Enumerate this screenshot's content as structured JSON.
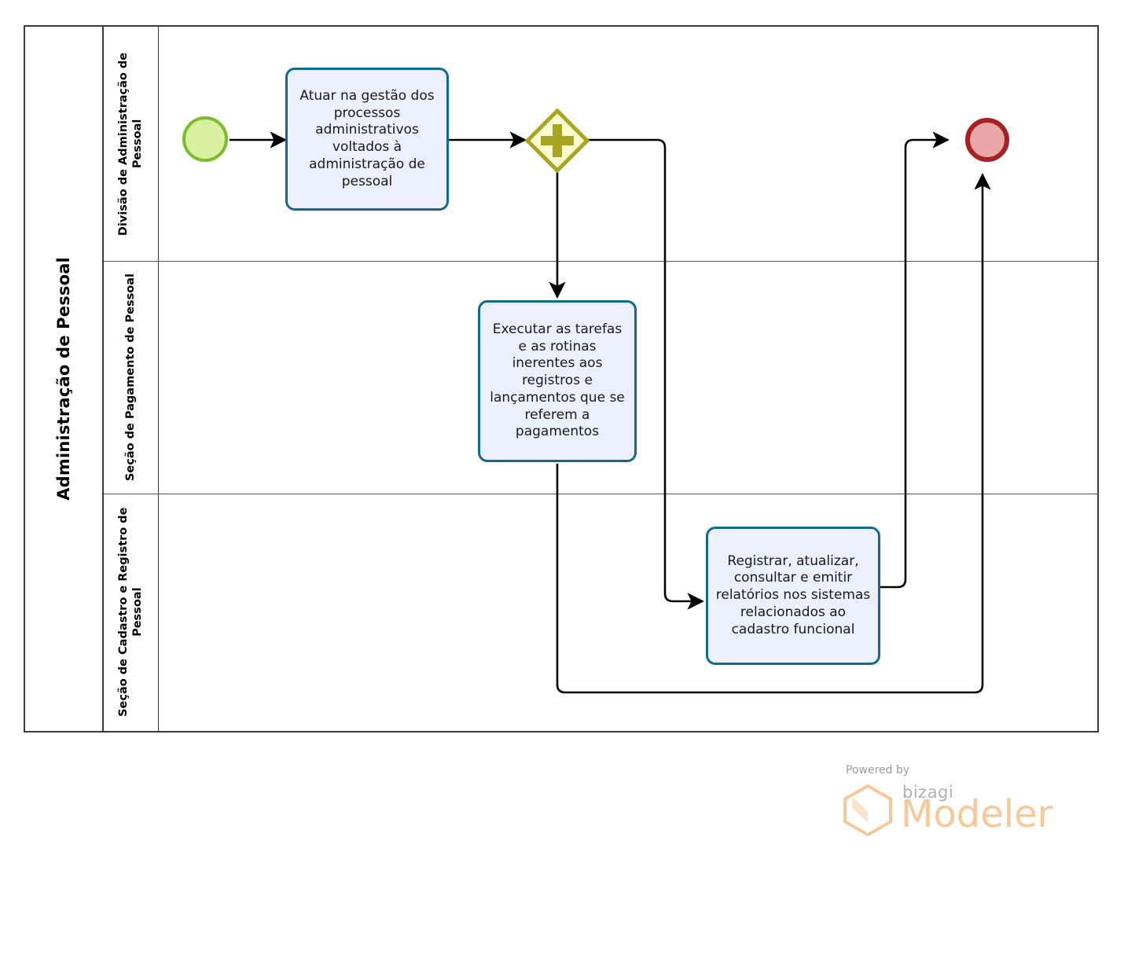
{
  "pool": {
    "label": "Administração de Pessoal"
  },
  "lanes": [
    {
      "id": "lane-divisao-administracao",
      "label": "Divisão de Administração de Pessoal"
    },
    {
      "id": "lane-secao-pagamento",
      "label": "Seção de Pagamento de Pessoal"
    },
    {
      "id": "lane-secao-cadastro",
      "label": "Seção de Cadastro e Registro de Pessoal"
    }
  ],
  "events": {
    "start": {
      "name": "start-event",
      "type": "start",
      "color": "#79bc2e",
      "fill": "#d8f0a0"
    },
    "end": {
      "name": "end-event",
      "type": "end",
      "color": "#a81f24",
      "fill": "#eaa7a7"
    }
  },
  "gateway": {
    "name": "parallel-gateway",
    "type": "parallel",
    "symbol": "+",
    "stroke": "#a8a523",
    "fill": "#fbfbd0"
  },
  "tasks": [
    {
      "id": "task-atuar-gestao",
      "label": "Atuar na gestão dos processos administrativos voltados à administração de pessoal",
      "lane": "Divisão de Administração de Pessoal"
    },
    {
      "id": "task-executar-tarefas",
      "label": "Executar as tarefas e as rotinas inerentes aos registros e lançamentos  que se referem a pagamentos",
      "lane": "Seção de Pagamento de Pessoal"
    },
    {
      "id": "task-registrar-atualizar",
      "label": "Registrar, atualizar, consultar e emitir relatórios nos sistemas relacionados ao cadastro funcional",
      "lane": "Seção de Cadastro e Registro de Pessoal"
    }
  ],
  "branding": {
    "powered_by": "Powered by",
    "bizagi": "bizagi",
    "modeler": "Modeler",
    "accent_color": "#f6c99a"
  },
  "colors": {
    "task_fill": "#eceffc",
    "task_border": "#13688f",
    "pool_border": "#3b3b3b",
    "connector": "#000000"
  }
}
